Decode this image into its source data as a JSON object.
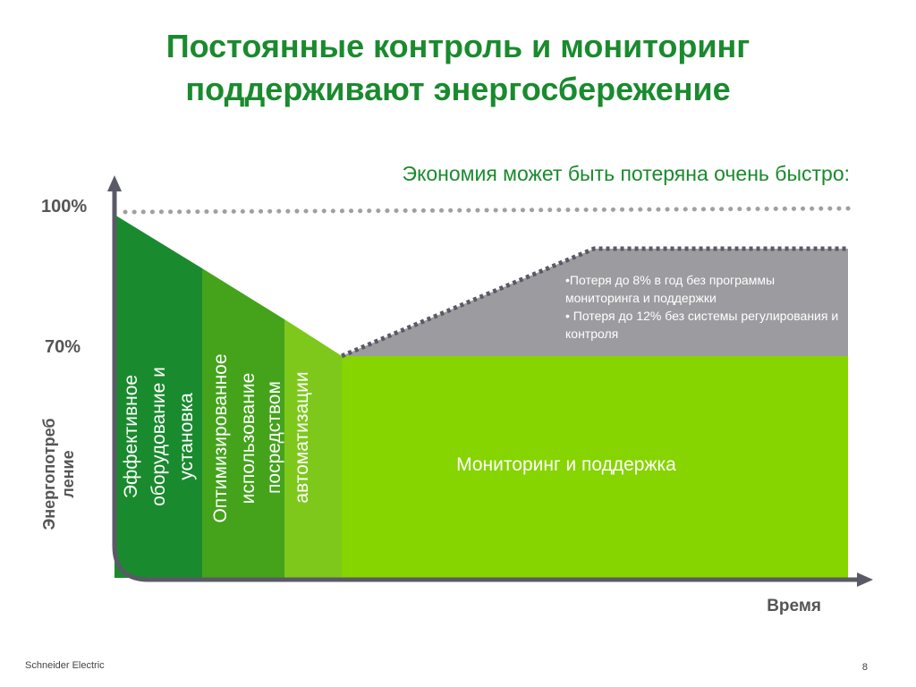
{
  "title": {
    "line1": "Постоянные контроль и мониторинг",
    "line2": "поддерживают энергосбережение"
  },
  "subtitle": "Экономия может быть потеряна очень быстро:",
  "axes": {
    "y_top_label": "100%",
    "y_mid_label": "70%",
    "y_title_line1": "Энергопотреб",
    "y_title_line2": "ление",
    "x_title": "Время"
  },
  "phases": [
    {
      "lines": [
        "Эффективное",
        "оборудование и",
        "установка"
      ],
      "color": "#1a8a2e"
    },
    {
      "lines": [
        "Оптимизированное",
        "использование"
      ],
      "color": "#44a31b"
    },
    {
      "lines": [
        "посредством",
        "автоматизации"
      ],
      "color": "#7ec81c"
    },
    {
      "lines": [
        "Мониторинг и поддержка"
      ],
      "color": "#86d400"
    }
  ],
  "loss_box": {
    "items": [
      "•Потеря до 8% в год без программы мониторинга и поддержки",
      "• Потеря до 12% без системы регулирования и контроля"
    ],
    "color": "#9c9ca0"
  },
  "colors": {
    "axis": "#5a5a66",
    "dotted_line": "#a0a0a0",
    "title": "#1a8a2e"
  },
  "footer": {
    "company": "Schneider Electric",
    "page_number": "8"
  }
}
